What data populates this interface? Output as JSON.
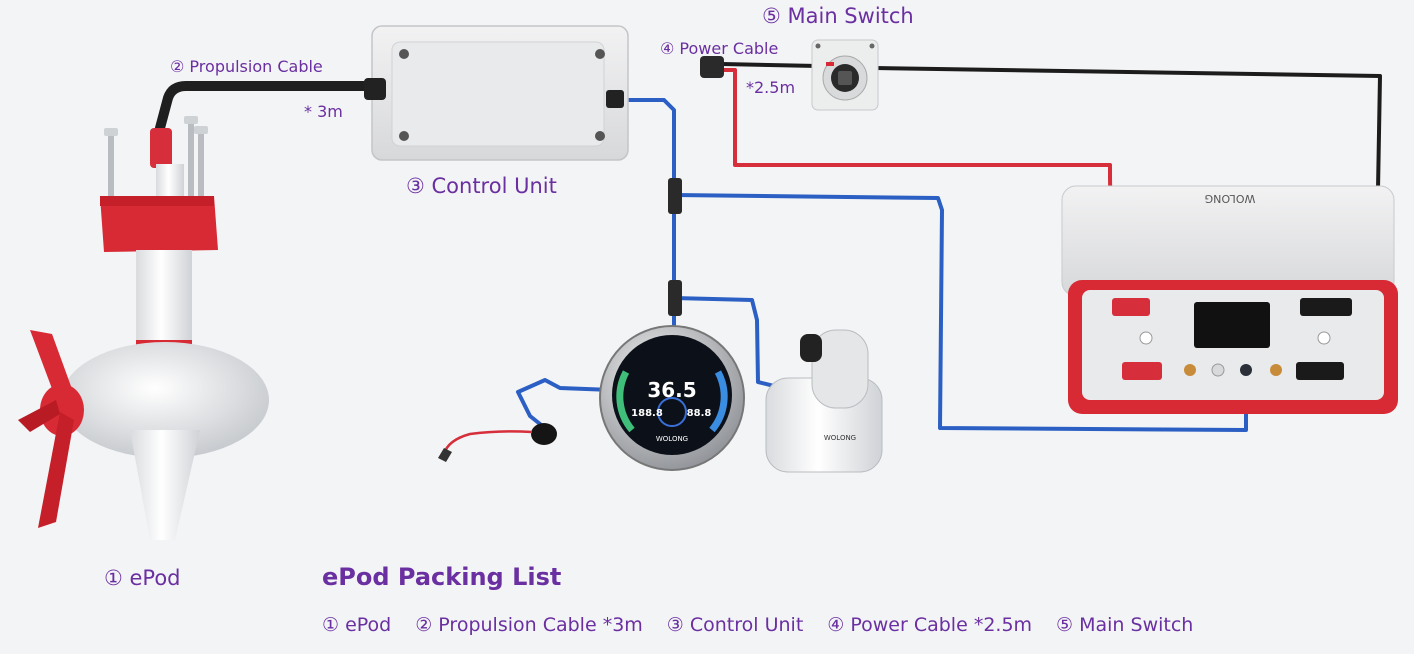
{
  "labels": {
    "main_switch": "⑤ Main Switch",
    "propulsion_cable": "② Propulsion Cable",
    "propulsion_len": "* 3m",
    "power_cable": "④ Power Cable",
    "power_len": "*2.5m",
    "control_unit": "③ Control Unit",
    "epod": "① ePod"
  },
  "display": {
    "speed": "36.5",
    "left_value": "188.8",
    "right_value": "88.8",
    "brand": "WOLONG"
  },
  "motor_brand": "WOLONG",
  "battery_brand": "WOLONG",
  "packing_list": {
    "title": "ePod Packing List",
    "items": [
      "① ePod",
      "② Propulsion Cable *3m",
      "③ Control Unit",
      "④ Power Cable *2.5m",
      "⑤ Main Switch"
    ]
  },
  "colors": {
    "label": "#6a2fa0",
    "cable_red": "#d62e3a",
    "cable_blue": "#2b5fc4",
    "cable_black": "#1c1c1c",
    "accent_red": "#d82a34"
  }
}
